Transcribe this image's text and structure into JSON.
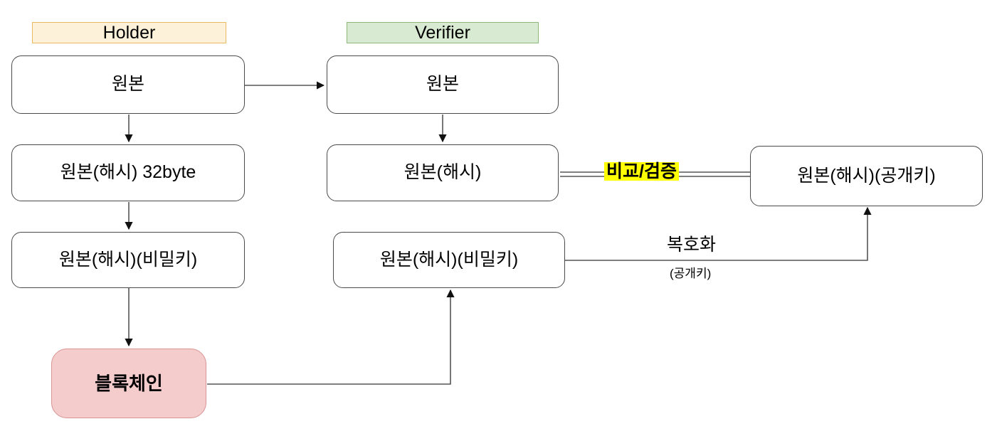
{
  "diagram": {
    "title_lanes": [
      {
        "id": "holder",
        "label": "Holder"
      },
      {
        "id": "verifier",
        "label": "Verifier"
      }
    ],
    "nodes": [
      {
        "id": "holder-original",
        "label": "원본"
      },
      {
        "id": "holder-hash",
        "label": "원본(해시) 32byte"
      },
      {
        "id": "holder-hash-secretkey",
        "label": "원본(해시)(비밀키)"
      },
      {
        "id": "holder-blockchain",
        "label": "블록체인"
      },
      {
        "id": "verifier-original",
        "label": "원본"
      },
      {
        "id": "verifier-hash",
        "label": "원본(해시)"
      },
      {
        "id": "verifier-hash-secretkey",
        "label": "원본(해시)(비밀키)"
      },
      {
        "id": "hash-publickey",
        "label": "원본(해시)(공개키)"
      }
    ],
    "edge_labels": [
      {
        "id": "compare-verify",
        "label": "비교/검증"
      },
      {
        "id": "decrypt",
        "label": "복호화"
      },
      {
        "id": "decrypt-sub",
        "label": "(공개키)"
      }
    ],
    "colors": {
      "holder_lane_fill": "#fdf2d9",
      "holder_lane_border": "#e8b960",
      "verifier_lane_fill": "#d9ead3",
      "verifier_lane_border": "#8cb97a",
      "blockchain_fill": "#f4cccc",
      "blockchain_border": "#d99494",
      "highlight": "#ffff00",
      "node_border": "#4a4a4a",
      "edge_stroke": "#555555"
    }
  }
}
